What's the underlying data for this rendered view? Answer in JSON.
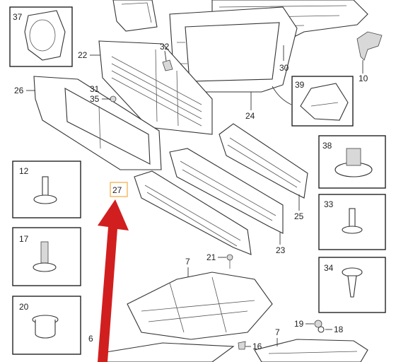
{
  "diagram": {
    "callouts": {
      "c6": "6",
      "c7a": "7",
      "c7b": "7",
      "c10": "10",
      "c12": "12",
      "c16": "16",
      "c17": "17",
      "c18": "18",
      "c19": "19",
      "c20": "20",
      "c21": "21",
      "c22": "22",
      "c23": "23",
      "c24": "24",
      "c25": "25",
      "c26": "26",
      "c27": "27",
      "c30": "30",
      "c31": "31",
      "c32": "32",
      "c33": "33",
      "c34": "34",
      "c35": "35",
      "c37": "37",
      "c38": "38",
      "c39": "39"
    },
    "highlight": {
      "label": "27",
      "color": "#f5b75a"
    },
    "arrow_color": "#d11f1f"
  }
}
